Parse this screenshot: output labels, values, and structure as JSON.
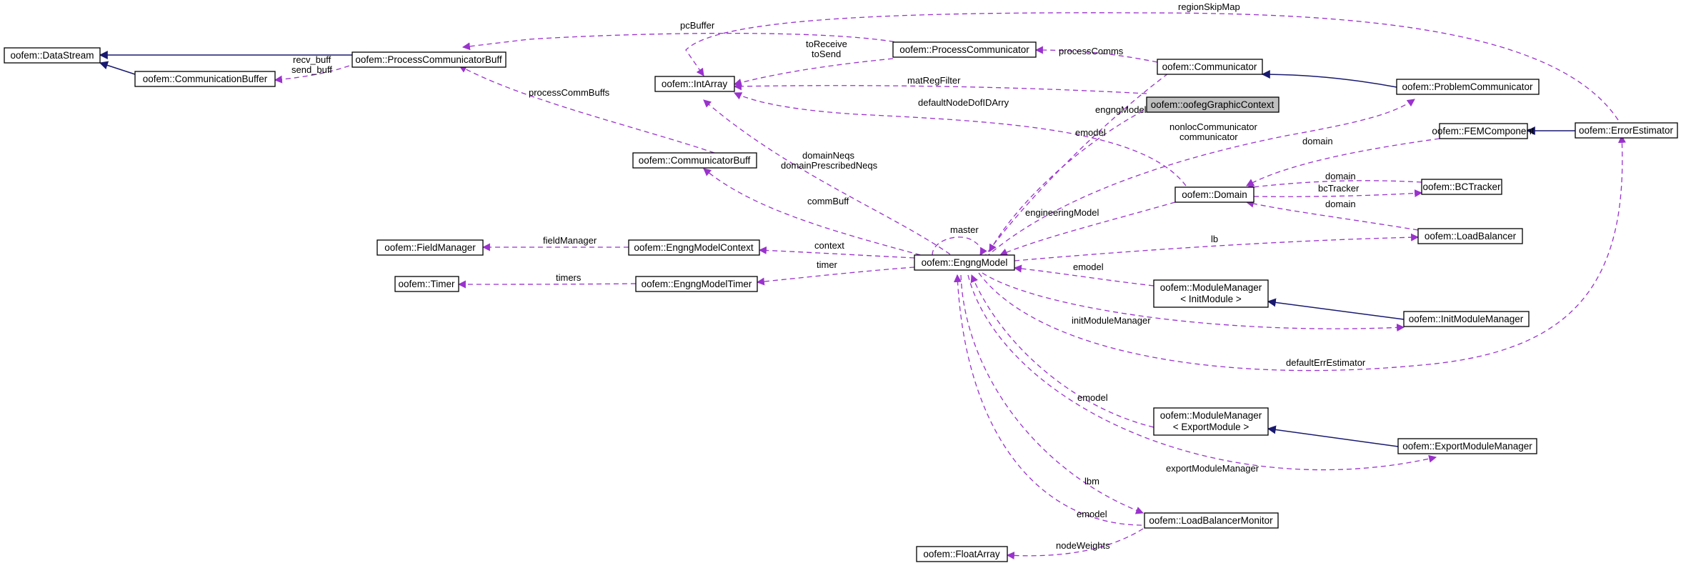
{
  "nodes": {
    "datastream": [
      "oofem::DataStream"
    ],
    "processcommbuff": [
      "oofem::ProcessCommunicatorBuff"
    ],
    "communicationbuffer": [
      "oofem::CommunicationBuffer"
    ],
    "intarray": [
      "oofem::IntArray"
    ],
    "processcommunicator": [
      "oofem::ProcessCommunicator"
    ],
    "communicator": [
      "oofem::Communicator"
    ],
    "problemcommunicator": [
      "oofem::ProblemCommunicator"
    ],
    "oofeg": [
      "oofem::oofegGraphicContext"
    ],
    "femcomponent": [
      "oofem::FEMComponent"
    ],
    "errorestimator": [
      "oofem::ErrorEstimator"
    ],
    "communicatorbuff": [
      "oofem::CommunicatorBuff"
    ],
    "domain": [
      "oofem::Domain"
    ],
    "bctracker": [
      "oofem::BCTracker"
    ],
    "fieldmanager": [
      "oofem::FieldManager"
    ],
    "engngmodelcontext": [
      "oofem::EngngModelContext"
    ],
    "engngmodel": [
      "oofem::EngngModel"
    ],
    "loadbalancer": [
      "oofem::LoadBalancer"
    ],
    "timer": [
      "oofem::Timer"
    ],
    "engngmodeltimer": [
      "oofem::EngngModelTimer"
    ],
    "modulemanager_init": [
      "oofem::ModuleManager",
      "< InitModule >"
    ],
    "initmodulemanager": [
      "oofem::InitModuleManager"
    ],
    "modulemanager_export": [
      "oofem::ModuleManager",
      "< ExportModule >"
    ],
    "exportmodulemanager": [
      "oofem::ExportModuleManager"
    ],
    "loadbalancermonitor": [
      "oofem::LoadBalancerMonitor"
    ],
    "floatarray": [
      "oofem::FloatArray"
    ]
  },
  "edge_labels": {
    "regionskipmap": [
      "regionSkipMap"
    ],
    "pcbuffer": [
      "pcBuffer"
    ],
    "tosend": [
      "toReceive",
      "toSend"
    ],
    "processcomms": [
      "processComms"
    ],
    "engngmodel_comm": [
      "engngModel"
    ],
    "matregfilter": [
      "matRegFilter"
    ],
    "defaultnodedofidarry": [
      "defaultNodeDofIDArry"
    ],
    "recvsend": [
      "recv_buff",
      "send_buff"
    ],
    "processcommbuffs": [
      "processCommBuffs"
    ],
    "emodel_oofeg": [
      "emodel"
    ],
    "nonloc": [
      "nonlocCommunicator",
      "communicator"
    ],
    "domain_fem": [
      "domain"
    ],
    "domain_bct": [
      "domain"
    ],
    "bctracker": [
      "bcTracker"
    ],
    "domain_lb": [
      "domain"
    ],
    "domainneqs": [
      "domainNeqs",
      "domainPrescribedNeqs"
    ],
    "commbuff": [
      "commBuff"
    ],
    "master": [
      "master"
    ],
    "engineeringmodel": [
      "engineeringModel"
    ],
    "lb": [
      "lb"
    ],
    "fieldmanager": [
      "fieldManager"
    ],
    "context": [
      "context"
    ],
    "timer": [
      "timer"
    ],
    "timers": [
      "timers"
    ],
    "emodel_mmi": [
      "emodel"
    ],
    "initmodulemanager": [
      "initModuleManager"
    ],
    "defaulterrestimator": [
      "defaultErrEstimator"
    ],
    "emodel_mme": [
      "emodel"
    ],
    "exportmodulemanager": [
      "exportModuleManager"
    ],
    "lbm": [
      "lbm"
    ],
    "emodel_lbm": [
      "emodel"
    ],
    "nodeweights": [
      "nodeWeights"
    ]
  },
  "colors": {
    "usage_edge": "#9a32cd",
    "inheritance_edge": "#191970",
    "focus_fill": "#bfbfbf",
    "node_border": "#000000"
  }
}
